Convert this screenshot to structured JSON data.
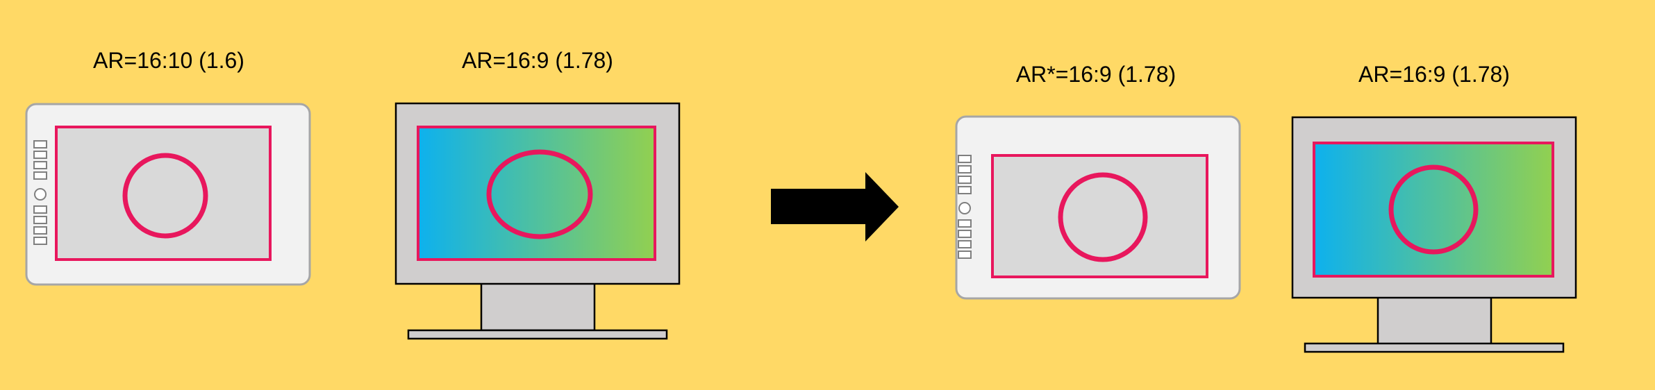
{
  "labels": {
    "tablet_before": "AR=16:10 (1.6)",
    "monitor_before": "AR=16:9 (1.78)",
    "tablet_after": "AR*=16:9 (1.78)",
    "monitor_after": "AR=16:9 (1.78)"
  },
  "colors": {
    "background": "#FFD966",
    "tablet_body": "#F2F2F2",
    "tablet_border": "#A6A6A6",
    "screen_gray": "#D9D9D9",
    "active_area": "#E8175D",
    "circle": "#E8175D",
    "monitor_frame": "#D0CECE",
    "gradient_start": "#0DB1EE",
    "gradient_end": "#92D050",
    "arrow": "#000000"
  },
  "icons": {
    "arrow": "right-arrow-icon",
    "tablet_buttons": "express-keys-icon"
  }
}
